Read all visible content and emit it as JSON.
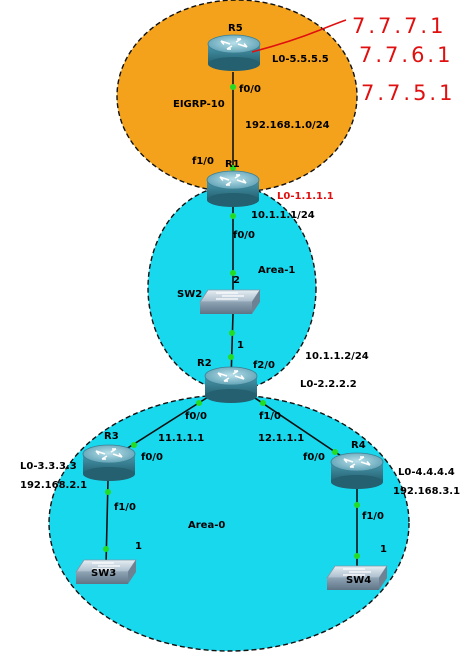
{
  "colors": {
    "area_eigrp": "#f4a21c",
    "area_ospf": "#18d8ee",
    "router_body": "#3d8ea3",
    "router_top": "#8ec3d3",
    "switch_body": "#b7c9d6",
    "link": "#111111",
    "port_dot": "#22dd22",
    "annotation_red": "#e01010"
  },
  "areas": {
    "eigrp": "EIGRP-10",
    "area1": "Area-1",
    "area0": "Area-0"
  },
  "devices": {
    "r5": {
      "name": "R5",
      "loopback": "L0-5.5.5.5"
    },
    "r1": {
      "name": "R1",
      "loopback": "L0-1.1.1.1"
    },
    "sw2": {
      "name": "SW2"
    },
    "r2": {
      "name": "R2",
      "loopback": "L0-2.2.2.2"
    },
    "r3": {
      "name": "R3",
      "loopback": "L0-3.3.3.3",
      "network": "192.168.2.1"
    },
    "r4": {
      "name": "R4",
      "loopback": "L0-4.4.4.4",
      "network": "192.168.3.1"
    },
    "sw3": {
      "name": "SW3"
    },
    "sw4": {
      "name": "SW4"
    }
  },
  "labels": {
    "r5_f00": "f0/0",
    "net_r5_r1": "192.168.1.0/24",
    "r1_f10": "f1/0",
    "r1_ip": "10.1.1.1/24",
    "r1_f00": "f0/0",
    "sw2_p2": "2",
    "sw2_p1": "1",
    "r2_f20": "f2/0",
    "r2_ip": "10.1.1.2/24",
    "r2_f00": "f0/0",
    "r2_f10": "f1/0",
    "net_r2_r3": "11.1.1.1",
    "net_r2_r4": "12.1.1.1",
    "r3_f00": "f0/0",
    "r4_f00": "f0/0",
    "r3_f10": "f1/0",
    "r4_f10": "f1/0",
    "sw3_p1": "1",
    "sw4_p1": "1"
  },
  "handwritten": [
    "7.7.7.1",
    "7.7.6.1",
    "7.7.5.1"
  ]
}
